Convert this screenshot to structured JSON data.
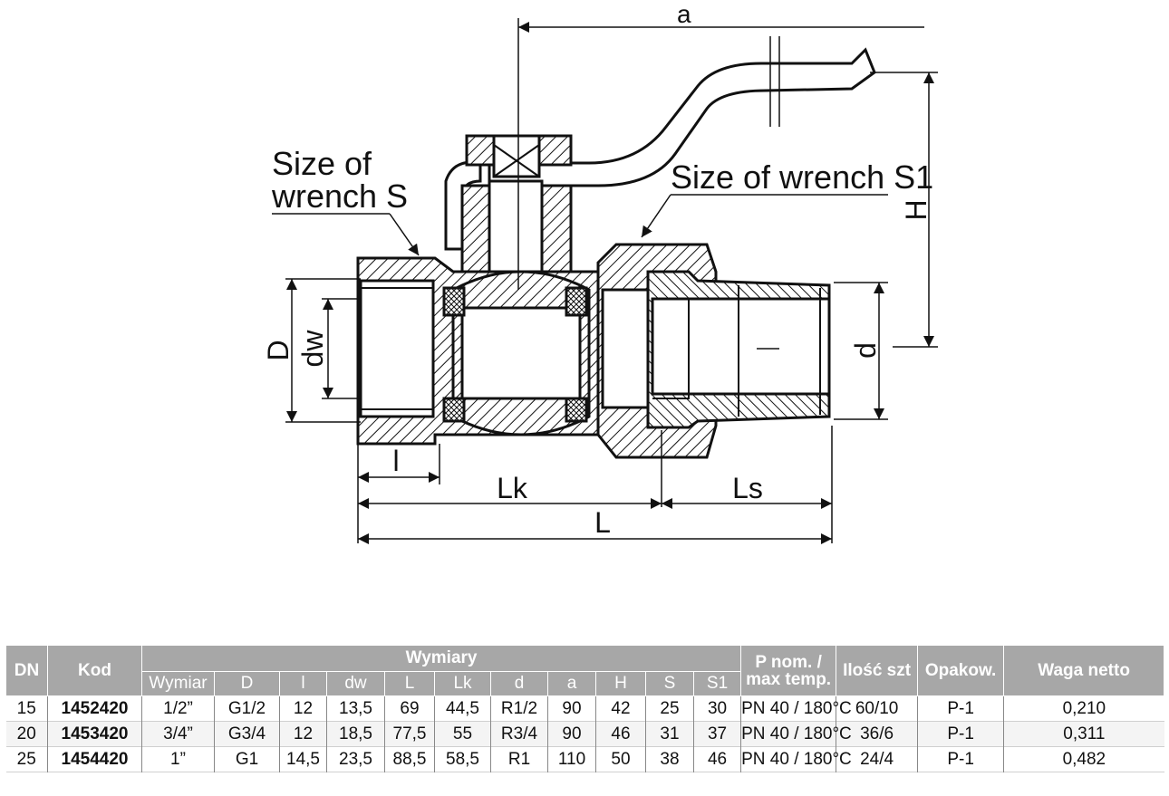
{
  "drawing": {
    "labels": {
      "wrench_s_line1": "Size of",
      "wrench_s_line2": "wrench S",
      "wrench_s1": "Size of wrench S1",
      "dim_a": "a",
      "dim_h": "H",
      "dim_d_big": "D",
      "dim_dw": "dw",
      "dim_d_small": "d",
      "dim_l_small": "l",
      "dim_lk": "Lk",
      "dim_ls": "Ls",
      "dim_l_total": "L"
    }
  },
  "table": {
    "headers": {
      "dn": "DN",
      "kod": "Kod",
      "wymiary": "Wymiary",
      "wymiar": "Wymiar",
      "D": "D",
      "l": "l",
      "dw": "dw",
      "L": "L",
      "Lk": "Lk",
      "d": "d",
      "a": "a",
      "H": "H",
      "S": "S",
      "S1": "S1",
      "pnom": "P nom. / max temp.",
      "ilosc": "Ilość szt",
      "opakow": "Opakow.",
      "waga": "Waga netto"
    },
    "rows": [
      {
        "dn": "15",
        "kod": "1452420",
        "wymiar": "1/2”",
        "D": "G1/2",
        "l": "12",
        "dw": "13,5",
        "L": "69",
        "Lk": "44,5",
        "d": "R1/2",
        "a": "90",
        "H": "42",
        "S": "25",
        "S1": "30",
        "pnom": "PN 40 / 180°C",
        "ilosc": "60/10",
        "opakow": "P-1",
        "waga": "0,210"
      },
      {
        "dn": "20",
        "kod": "1453420",
        "wymiar": "3/4”",
        "D": "G3/4",
        "l": "12",
        "dw": "18,5",
        "L": "77,5",
        "Lk": "55",
        "d": "R3/4",
        "a": "90",
        "H": "46",
        "S": "31",
        "S1": "37",
        "pnom": "PN 40 / 180°C",
        "ilosc": "36/6",
        "opakow": "P-1",
        "waga": "0,311"
      },
      {
        "dn": "25",
        "kod": "1454420",
        "wymiar": "1”",
        "D": "G1",
        "l": "14,5",
        "dw": "23,5",
        "L": "88,5",
        "Lk": "58,5",
        "d": "R1",
        "a": "110",
        "H": "50",
        "S": "38",
        "S1": "46",
        "pnom": "PN 40 / 180°C",
        "ilosc": "24/4",
        "opakow": "P-1",
        "waga": "0,482"
      }
    ]
  }
}
